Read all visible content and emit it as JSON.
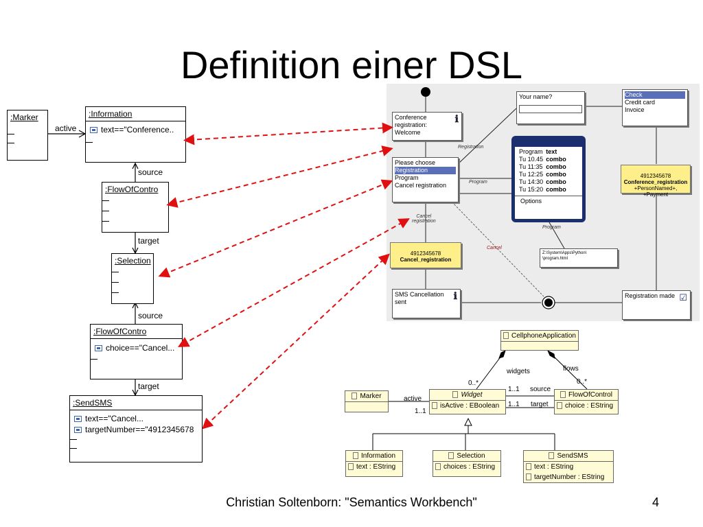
{
  "slide": {
    "title": "Definition einer DSL",
    "footer": "Christian Soltenborn: \"Semantics Workbench\"",
    "page_number": "4"
  },
  "object_diagram": {
    "marker": {
      "header": ":Marker"
    },
    "information": {
      "header": ":Information",
      "attr": "text==\"Conference.."
    },
    "flow1": {
      "header": ":FlowOfContro"
    },
    "selection": {
      "header": ":Selection"
    },
    "flow2": {
      "header": ":FlowOfContro",
      "attr": "choice==\"Cancel..."
    },
    "sendsms": {
      "header": ":SendSMS",
      "attrs": [
        "text==\"Cancel...",
        "targetNumber==\"4912345678"
      ]
    },
    "edges": {
      "active": "active",
      "source1": "source",
      "target1": "target",
      "source2": "source",
      "target2": "target"
    }
  },
  "activity_diagram": {
    "conference": [
      "Conference",
      "registration:",
      "Welcome"
    ],
    "please_choose": {
      "heading": "Please choose",
      "options": [
        "Registration",
        "Program",
        "Cancel registration"
      ]
    },
    "your_name": "Your name?",
    "payment": {
      "options": [
        "Check",
        "Credit card",
        "Invoice"
      ]
    },
    "phone": {
      "rows": [
        [
          "Program",
          "text"
        ],
        [
          "Tu 10.45",
          "combo"
        ],
        [
          "Tu 11:35",
          "combo"
        ],
        [
          "Tu 12:25",
          "combo"
        ],
        [
          "Tu 14:30",
          "combo"
        ],
        [
          "Tu 15:20",
          "combo"
        ]
      ],
      "options": "Options"
    },
    "conf_reg": {
      "number": "4912345678",
      "name": "Conference_registration",
      "args": "+PersonNamed+, +Payment"
    },
    "cancel_reg": {
      "number": "4912345678",
      "name": "Cancel_registration"
    },
    "sms_cancel": [
      "SMS Cancellation",
      "sent"
    ],
    "reg_made": "Registration made",
    "file": [
      "Z:\\System\\Apps\\Python\\",
      "\\program.html"
    ],
    "labels": {
      "registration": "Registration",
      "program": "Program",
      "program2": "Program",
      "cancel_registration": [
        "Cancel",
        "registration"
      ],
      "cancel": "Cancel"
    }
  },
  "class_diagram": {
    "cellphone": "CellphoneApplication",
    "widget": {
      "name": "Widget",
      "attr": "isActive : EBoolean"
    },
    "marker": "Marker",
    "flow": {
      "name": "FlowOfControl",
      "attr": "choice : EString"
    },
    "information": {
      "name": "Information",
      "attr": "text : EString"
    },
    "selection": {
      "name": "Selection",
      "attr": "choices : EString"
    },
    "sendsms": {
      "name": "SendSMS",
      "attrs": [
        "text : EString",
        "targetNumber : EString"
      ]
    },
    "labels": {
      "widgets": "widgets",
      "flows": "flows",
      "mult_widgets": "0..*",
      "mult_flows": "0..*",
      "active": "active",
      "m11a": "1..1",
      "source": "source",
      "m11b": "1..1",
      "target": "target",
      "m11c": "1..1"
    }
  }
}
